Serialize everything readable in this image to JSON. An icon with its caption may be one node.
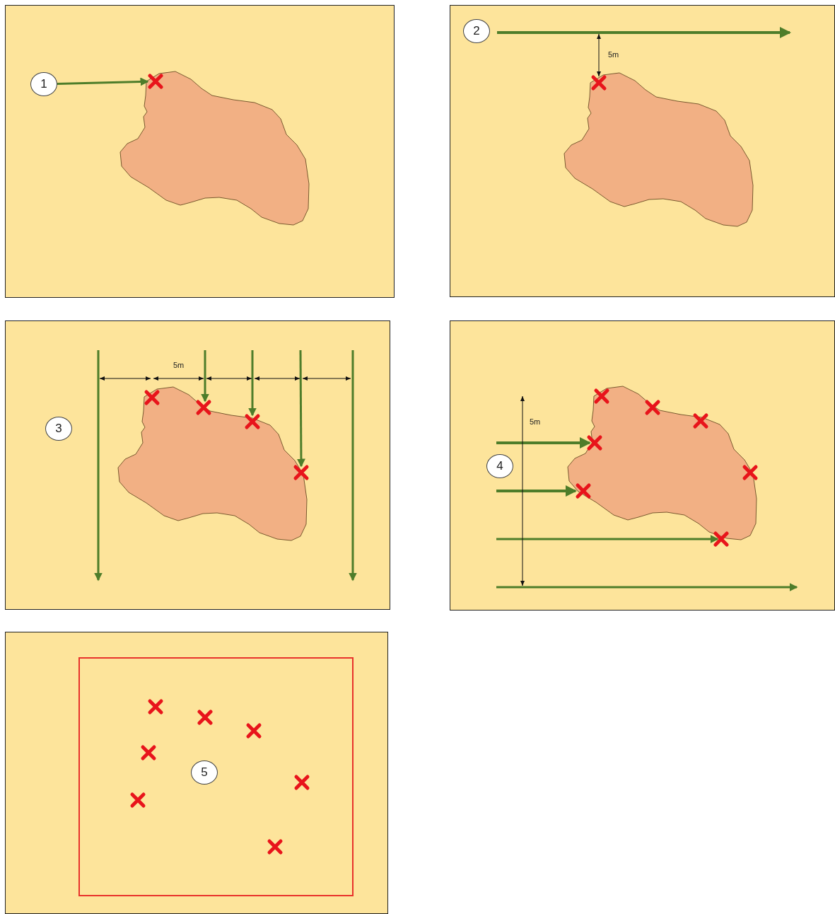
{
  "diagram": {
    "nodes": [
      {
        "text": [
          "1"
        ]
      },
      {
        "text": [
          "2"
        ]
      },
      {
        "text": [
          "3"
        ]
      },
      {
        "text": [
          "4"
        ]
      },
      {
        "text": [
          "5"
        ]
      },
      {
        "text": [],
        "shape": "cross"
      }
    ],
    "edges": [
      {
        "from": 0,
        "to": 5,
        "arrow": "to"
      }
    ],
    "labels": [
      "5m",
      "5m",
      "5m"
    ]
  }
}
